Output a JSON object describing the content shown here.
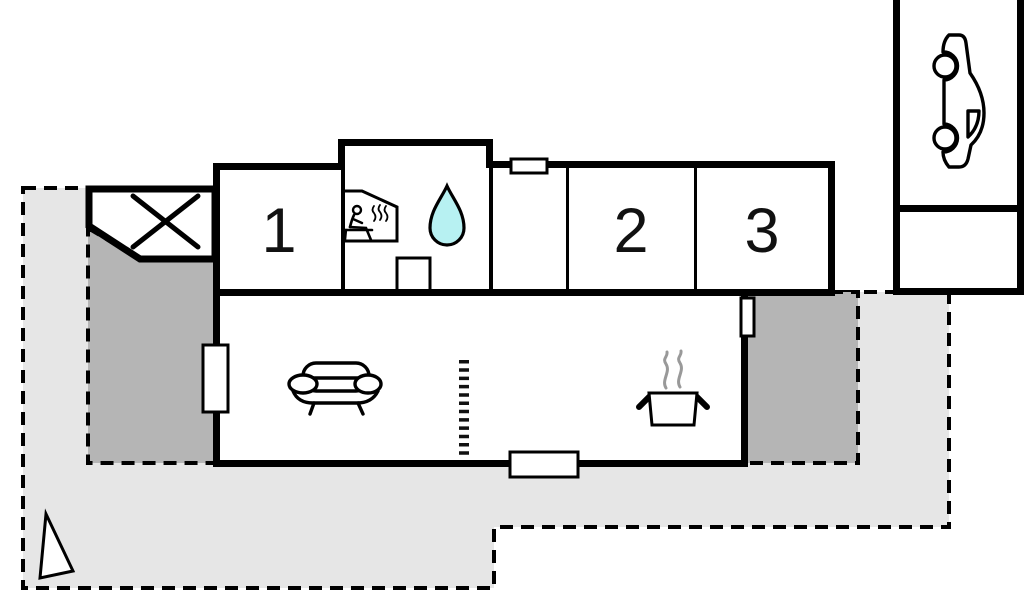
{
  "colors": {
    "background": "#ffffff",
    "wall": "#000000",
    "terrace_light": "#e6e6e6",
    "terrace_dark": "#b5b5b5",
    "water_drop": "#b7f1f2",
    "steam": "#999999"
  },
  "rooms": [
    {
      "label": "1"
    },
    {
      "label": "2"
    },
    {
      "label": "3"
    }
  ],
  "icons": [
    "x-mark-icon",
    "sauna-person-icon",
    "water-drop-icon",
    "sofa-icon",
    "stairs-divider-icon",
    "cooking-pot-icon",
    "car-icon",
    "north-arrow-icon"
  ]
}
